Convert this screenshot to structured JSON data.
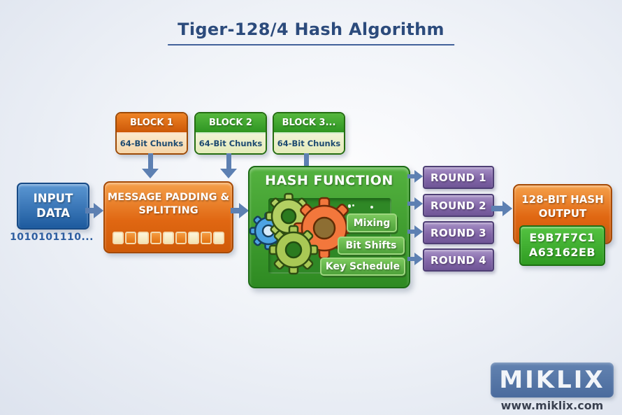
{
  "title": "Tiger-128/4 Hash Algorithm",
  "blocks": [
    {
      "label": "BLOCK 1",
      "sublabel": "64-Bit Chunks"
    },
    {
      "label": "BLOCK 2",
      "sublabel": "64-Bit Chunks"
    },
    {
      "label": "BLOCK 3...",
      "sublabel": "64-Bit Chunks"
    }
  ],
  "input": {
    "label": "INPUT DATA",
    "binary": "1010101110..."
  },
  "padding": {
    "label": "MESSAGE PADDING & SPLITTING",
    "squares_count": 9
  },
  "hash_function": {
    "title": "HASH FUNCTION",
    "operations": [
      "Mixing",
      "Bit Shifts",
      "Key Schedule"
    ],
    "gear_icons": [
      "gear-icon-blue",
      "gear-icon-green-top",
      "gear-icon-orange",
      "gear-icon-green-bottom"
    ]
  },
  "rounds": [
    {
      "label": "ROUND 1"
    },
    {
      "label": "ROUND 2"
    },
    {
      "label": "ROUND 3"
    },
    {
      "label": "ROUND 4"
    }
  ],
  "output": {
    "label": "128-BIT HASH OUTPUT",
    "hash_lines": [
      "E9B7F7C1",
      "A63162EB"
    ]
  },
  "branding": {
    "logo": "MIKLIX",
    "url": "www.miklix.com"
  },
  "colors": {
    "title_navy": "#2c4b7c",
    "arrow_steel_blue": "#5d80b2",
    "box_orange": "#e06712",
    "box_green": "#3a9c2d",
    "box_blue": "#2763a8",
    "round_purple": "#8268a8",
    "brand_slate": "#57779f",
    "background": "#e3e8f1"
  }
}
